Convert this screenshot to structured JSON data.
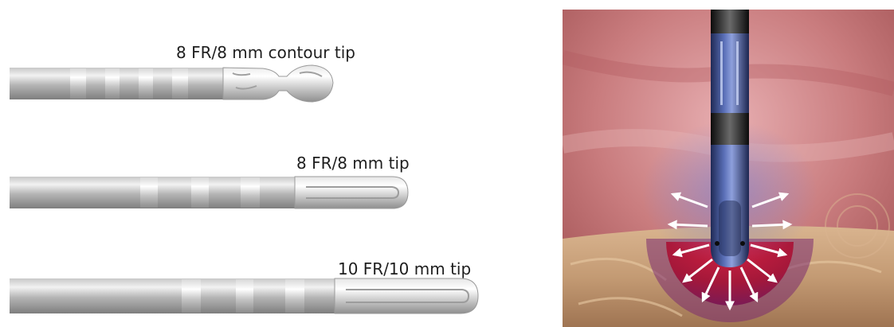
{
  "catheters": [
    {
      "label": "8 FR/8 mm contour tip"
    },
    {
      "label": "8 FR/8 mm tip"
    },
    {
      "label": "10 FR/10 mm tip"
    }
  ],
  "illustration": {
    "subject": "ablation catheter tip on tissue with radiating heat arrows",
    "colors": {
      "tissue": "#c9787a",
      "surface": "#c9a07a",
      "catheter": "#3c4d8c",
      "arrows": "#ffffff"
    }
  }
}
